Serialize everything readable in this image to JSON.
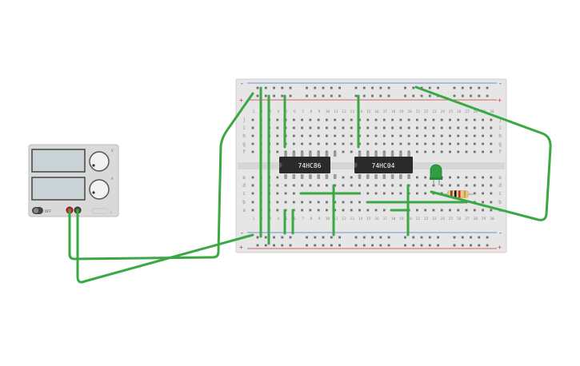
{
  "power_supply": {
    "off_label": "OFF",
    "knob_voltage_label": "V",
    "knob_current_label": "A"
  },
  "chips": [
    {
      "id": "u1",
      "label": "74HC86"
    },
    {
      "id": "u2",
      "label": "74HC04"
    }
  ],
  "breadboard": {
    "columns": 30,
    "row_letters_top": [
      "j",
      "i",
      "h",
      "g",
      "f"
    ],
    "row_letters_bottom": [
      "e",
      "d",
      "c",
      "b",
      "a"
    ],
    "rail_plus": "+",
    "rail_minus": "-"
  },
  "colors": {
    "wire": "#3aa843",
    "board": "#e6e6e6",
    "chip": "#2a2a2a",
    "led": "#2ea043",
    "rail_red": "#d23c3c",
    "rail_blue": "#4b74c9"
  }
}
